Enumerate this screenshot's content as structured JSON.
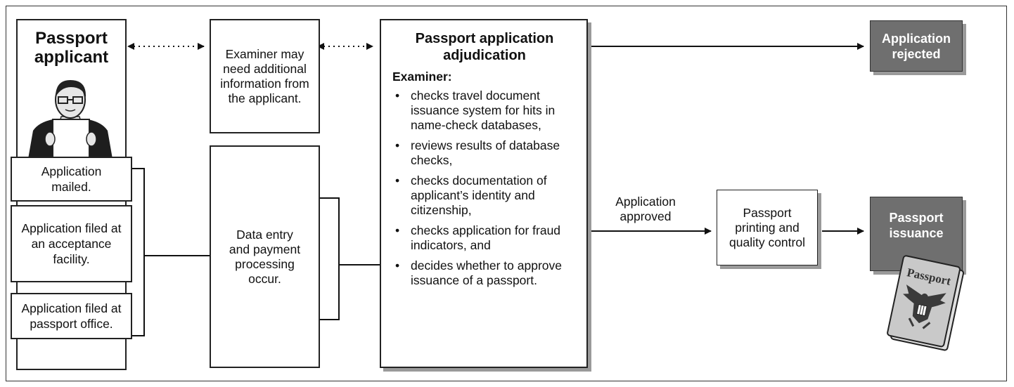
{
  "applicant": {
    "title": "Passport applicant",
    "methods": [
      "Application mailed.",
      "Application filed at an acceptance facility.",
      "Application filed at passport office."
    ]
  },
  "examiner_note": "Examiner may need additional information from the applicant.",
  "data_entry": "Data entry and payment processing occur.",
  "adjudication": {
    "title": "Passport application adjudication",
    "subtitle": "Examiner:",
    "steps": [
      "checks travel document issuance system for hits in name-check databases,",
      "reviews results of database checks,",
      "checks documentation of applicant’s identity and citizenship,",
      "checks application for fraud indicators, and",
      "decides whether to approve issuance of a passport."
    ]
  },
  "approved_label": "Application approved",
  "printing": "Passport printing and quality control",
  "rejected": "Application rejected",
  "issuance": "Passport issuance",
  "passport_cover_text": "Passport",
  "colors": {
    "dark_box": "#6f6f6f",
    "line": "#111111",
    "shadow": "#9a9a9a",
    "passport_cover": "#c9c9c9"
  }
}
